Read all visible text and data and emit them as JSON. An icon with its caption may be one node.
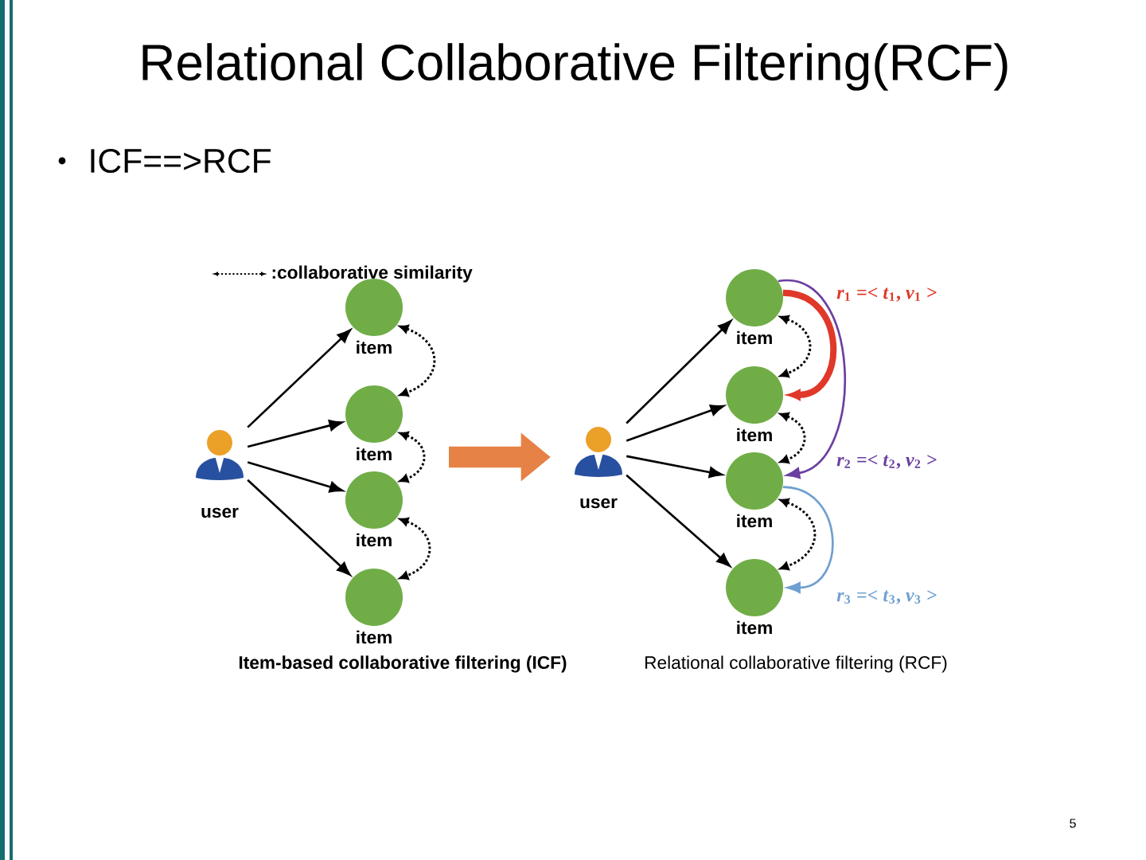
{
  "diagram": {
    "title": "Relational Collaborative Filtering(RCF)",
    "nodes": [
      {
        "text": [],
        "shape": "person",
        "beside": [
          "user"
        ]
      },
      {
        "text": [],
        "shape": "circle",
        "beside": [
          "item"
        ]
      },
      {
        "text": [],
        "shape": "circle",
        "beside": [
          "item"
        ]
      },
      {
        "text": [],
        "shape": "circle",
        "beside": [
          "item"
        ]
      },
      {
        "text": [],
        "shape": "circle",
        "beside": [
          "item"
        ]
      },
      {
        "text": [],
        "shape": "person",
        "beside": [
          "user"
        ]
      },
      {
        "text": [],
        "shape": "circle",
        "beside": [
          "item"
        ]
      },
      {
        "text": [],
        "shape": "circle",
        "beside": [
          "item"
        ]
      },
      {
        "text": [],
        "shape": "circle",
        "beside": [
          "item"
        ]
      },
      {
        "text": [],
        "shape": "circle",
        "beside": [
          "item"
        ]
      }
    ],
    "edges": [
      {
        "from": 0,
        "to": 1,
        "arrow": "to"
      },
      {
        "from": 0,
        "to": 2,
        "arrow": "to"
      },
      {
        "from": 0,
        "to": 3,
        "arrow": "to"
      },
      {
        "from": 0,
        "to": 4,
        "arrow": "to"
      },
      {
        "from": 1,
        "to": 2,
        "arrow": "both",
        "style": "dashed"
      },
      {
        "from": 2,
        "to": 3,
        "arrow": "both",
        "style": "dashed"
      },
      {
        "from": 3,
        "to": 4,
        "arrow": "both",
        "style": "dashed"
      },
      {
        "from": 5,
        "to": 6,
        "arrow": "to"
      },
      {
        "from": 5,
        "to": 7,
        "arrow": "to"
      },
      {
        "from": 5,
        "to": 8,
        "arrow": "to"
      },
      {
        "from": 5,
        "to": 9,
        "arrow": "to"
      },
      {
        "from": 6,
        "to": 7,
        "arrow": "both",
        "style": "dashed"
      },
      {
        "from": 7,
        "to": 8,
        "arrow": "both",
        "style": "dashed"
      },
      {
        "from": 8,
        "to": 9,
        "arrow": "both",
        "style": "dashed"
      },
      {
        "from": 6,
        "to": 7,
        "arrow": "to",
        "style": "thick",
        "color": "#e0382a",
        "label": "*r*$_{1}$ =< *t*$_{1}$, *v*$_{1}$ >"
      },
      {
        "from": 6,
        "to": 8,
        "arrow": "to",
        "color": "#6a3fa0",
        "label": "*r*$_{2}$ =< *t*$_{2}$, *v*$_{2}$ >"
      },
      {
        "from": 8,
        "to": 9,
        "arrow": "to",
        "color": "#6f9fd0",
        "label": "*r*$_{3}$ =< *t*$_{3}$, *v*$_{3}$ >"
      }
    ],
    "labels": [
      "ICF==>RCF",
      "Item-based collaborative filtering (ICF)",
      "Relational collaborative filtering (RCF)",
      "5"
    ],
    "legend": [
      {
        "text": ":collaborative similarity"
      }
    ]
  }
}
